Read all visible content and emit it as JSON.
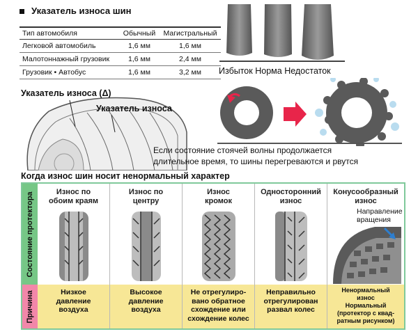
{
  "header": {
    "title": "Указатель износа шин"
  },
  "wear_table": {
    "columns": [
      "Тип автомобиля",
      "Обычный",
      "Магистральный"
    ],
    "rows": [
      [
        "Легковой автомобиль",
        "1,6 мм",
        "1,6 мм"
      ],
      [
        "Малотоннажный грузовик",
        "1,6 мм",
        "2,4 мм"
      ],
      [
        "Грузовик • Автобус",
        "1,6 мм",
        "3,2 мм"
      ]
    ]
  },
  "pressure_labels": {
    "excess": "Избыток",
    "norm": "Норма",
    "shortage": "Недостаток"
  },
  "tire_labels": {
    "indicator_delta": "Указатель износа (Δ)",
    "indicator": "Указатель износа"
  },
  "standing_wave": {
    "line1": "Если состояние стоячей волны продолжается",
    "line2": "длительное время, то шины перегреваются и рвутся"
  },
  "abnormal": {
    "title": "Когда износ шин носит ненормальный характер",
    "side_condition": "Состояние протектора",
    "side_reason": "Причина",
    "rotation_direction_line1": "Направление",
    "rotation_direction_line2": "вращения",
    "columns": [
      {
        "header": [
          "Износ по",
          "обоим краям"
        ],
        "reason": [
          "Низкое",
          "давление",
          "воздуха"
        ]
      },
      {
        "header": [
          "Износ по",
          "центру"
        ],
        "reason": [
          "Высокое",
          "давление",
          "воздуха"
        ]
      },
      {
        "header": [
          "Износ",
          "кромок"
        ],
        "reason": [
          "Не отрегулиро-",
          "вано обратное",
          "схождение или",
          "схождение колес"
        ]
      },
      {
        "header": [
          "Односторонний",
          "износ"
        ],
        "reason": [
          "Неправильно",
          "отрегулирован",
          "развал колес"
        ]
      },
      {
        "header": [
          "Конусообразный",
          "износ"
        ],
        "reason": [
          "Ненормальный",
          "износ",
          "Нормальный",
          "(протектор с квад-",
          "ратным рисунком)"
        ]
      }
    ]
  },
  "colors": {
    "green": "#76c786",
    "pink": "#f287a9",
    "yellow": "#f7e796",
    "arrow_red": "#e8254a",
    "arrow_blue": "#2d7fd0"
  }
}
